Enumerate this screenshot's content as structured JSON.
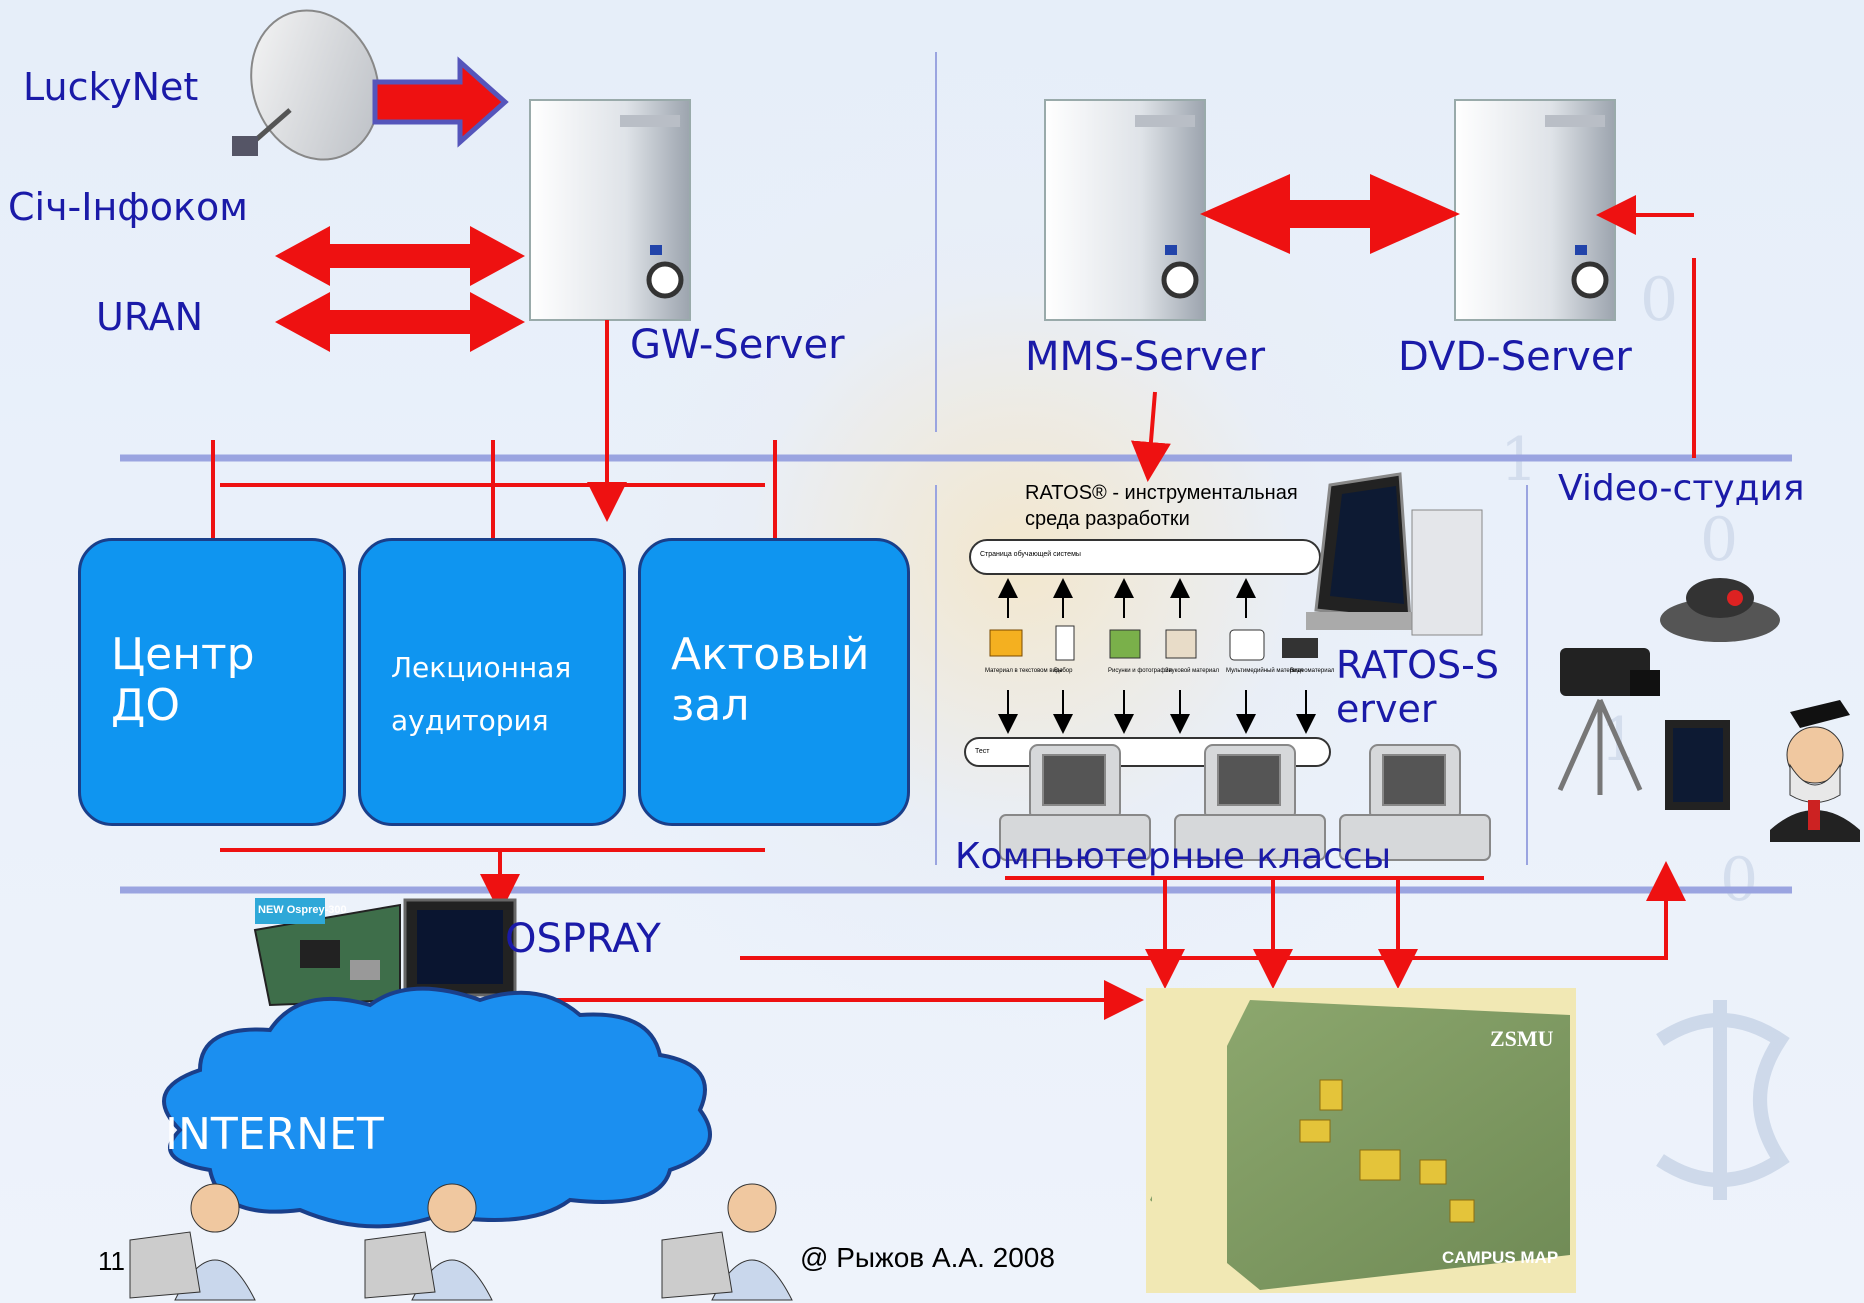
{
  "labels": {
    "luckynet": "LuckyNet",
    "sich_infokom": "Січ-Інфоком",
    "uran": "URAN",
    "gw_server": "GW-Server",
    "mms_server": "MMS-Server",
    "dvd_server": "DVD-Server",
    "ratos_line1": "RATOS® - инструментальная",
    "ratos_line2": "среда разработки",
    "video_studio": "Video-студия",
    "ratos_server_line1": "RATOS-S",
    "ratos_server_line2": "erver",
    "computer_classes": "Компьютерные классы",
    "ospray": "OSPRAY",
    "internet": "INTERNET",
    "slide_number": "11",
    "copyright": "@ Рыжов А.А. 2008"
  },
  "rooms": [
    {
      "line1": "Центр",
      "line2": "ДО"
    },
    {
      "line1": "Лекционная",
      "line2": "аудитория"
    },
    {
      "line1": "Актовый",
      "line2": "зал"
    }
  ],
  "ratos_diagram": {
    "top_box": "Страница обучающей системы",
    "bottom_box": "Тест",
    "items": [
      "Материал в текстовом виде",
      "Выбор",
      "Рисунки и фотографии",
      "Звуковой материал",
      "Мультимедийный материал",
      "Видеоматериал"
    ]
  },
  "campus_map": {
    "title": "ZSMU",
    "footer": "CAMPUS MAP"
  },
  "osprey_card": {
    "badge": "NEW Osprey-300"
  },
  "colors": {
    "label_blue": "#1a1aa8",
    "room_fill": "#0f95f0",
    "arrow_red": "#ee1111",
    "bus_line": "#9aa4e0"
  }
}
